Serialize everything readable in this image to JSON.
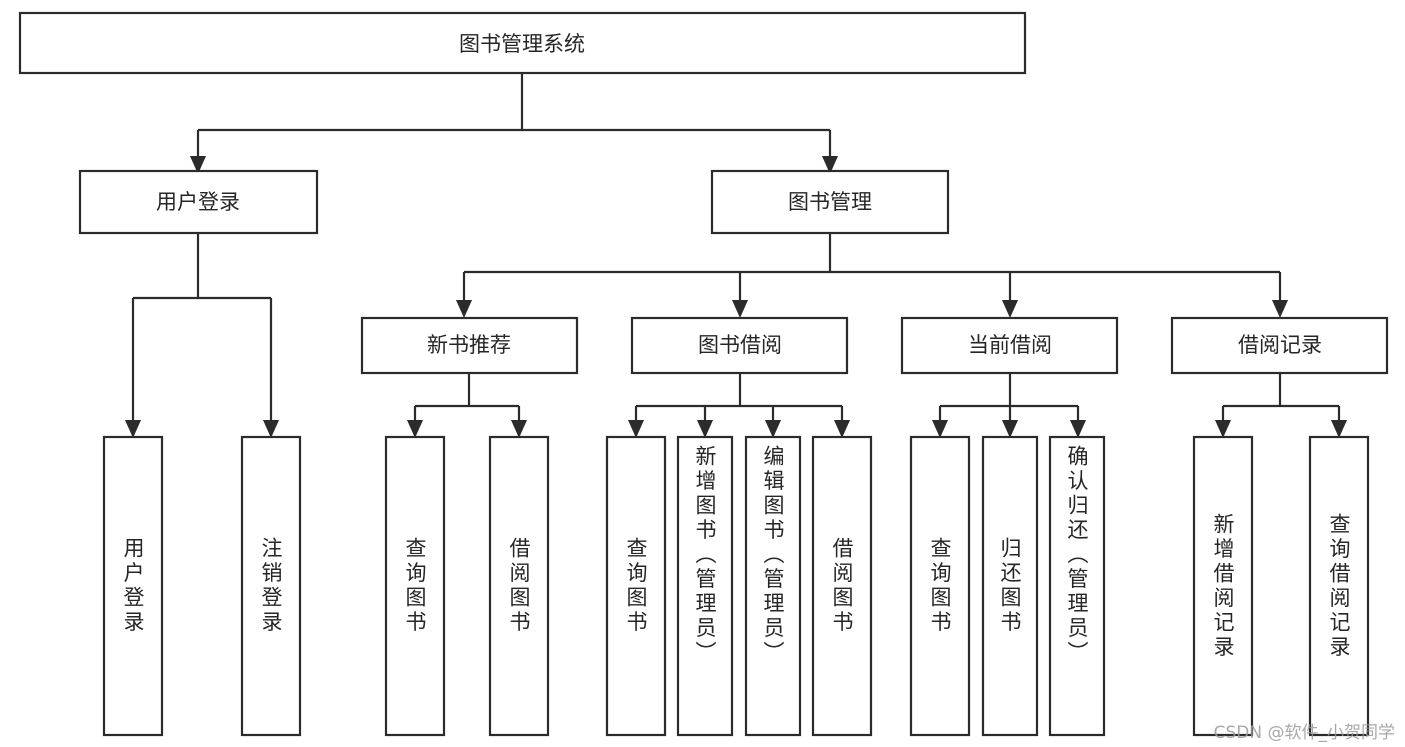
{
  "diagram": {
    "type": "tree-hierarchy-diagram",
    "title": "图书管理系统",
    "colors": {
      "background": "#ffffff",
      "box_fill": "#ffffff",
      "box_stroke": "#2b2b2b",
      "connector": "#2b2b2b",
      "text": "#262626",
      "watermark": "#9a9a9a"
    },
    "levels": {
      "root": {
        "label": "图书管理系统",
        "orientation": "horizontal"
      },
      "level2": [
        {
          "label": "用户登录",
          "orientation": "horizontal"
        },
        {
          "label": "图书管理",
          "orientation": "horizontal"
        }
      ],
      "level3": [
        {
          "label": "新书推荐",
          "orientation": "horizontal"
        },
        {
          "label": "图书借阅",
          "orientation": "horizontal"
        },
        {
          "label": "当前借阅",
          "orientation": "horizontal"
        },
        {
          "label": "借阅记录",
          "orientation": "horizontal"
        }
      ],
      "leaves": {
        "user_login": [
          {
            "label": "用户登录",
            "orientation": "vertical"
          },
          {
            "label": "注销登录",
            "orientation": "vertical"
          }
        ],
        "new_book_recommend": [
          {
            "label": "查询图书",
            "orientation": "vertical"
          },
          {
            "label": "借阅图书",
            "orientation": "vertical"
          }
        ],
        "book_borrow": [
          {
            "label": "查询图书",
            "orientation": "vertical"
          },
          {
            "label": "新增图书（管理员）",
            "orientation": "vertical"
          },
          {
            "label": "编辑图书（管理员）",
            "orientation": "vertical"
          },
          {
            "label": "借阅图书",
            "orientation": "vertical"
          }
        ],
        "current_borrow": [
          {
            "label": "查询图书",
            "orientation": "vertical"
          },
          {
            "label": "归还图书",
            "orientation": "vertical"
          },
          {
            "label": "确认归还（管理员）",
            "orientation": "vertical"
          }
        ],
        "borrow_record": [
          {
            "label": "新增借阅记录",
            "orientation": "vertical"
          },
          {
            "label": "查询借阅记录",
            "orientation": "vertical"
          }
        ]
      }
    },
    "watermark": "CSDN @软件_小贺同学"
  }
}
